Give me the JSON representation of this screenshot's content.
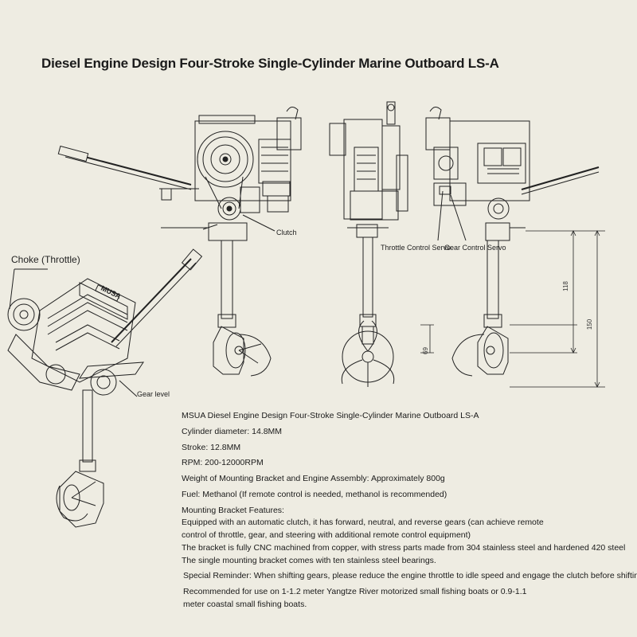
{
  "title": "Diesel Engine Design Four-Stroke  Single-Cylinder Marine Outboard LS-A",
  "labels": {
    "clutch": "Clutch",
    "choke": "Choke (Throttle)",
    "gear_level": "Gear level",
    "throttle_servo": "Throttle Control Servo",
    "gear_servo": "Gear Control Servo",
    "engine_badge": "MUSA"
  },
  "dimensions": {
    "d118": "118",
    "d150": "150",
    "d69": "69"
  },
  "specs": {
    "line1": "MSUA Diesel Engine Design Four-Stroke Single-Cylinder Marine Outboard LS-A",
    "line2": "Cylinder diameter: 14.8MM",
    "line3": "Stroke: 12.8MM",
    "line4": "RPM: 200-12000RPM",
    "line5": "Weight of Mounting Bracket and Engine Assembly: Approximately 800g",
    "line6": "Fuel: Methanol (If remote control is needed, methanol is recommended)",
    "line7": "Mounting Bracket Features:",
    "line8": "Equipped with an automatic clutch, it has forward, neutral, and reverse gears (can achieve remote",
    "line9": "control of throttle, gear, and steering with additional remote control equipment)",
    "line10": "The bracket is fully CNC machined from copper, with stress parts made from 304 stainless steel and hardened 420 steel",
    "line11": "The single mounting bracket comes with ten stainless steel bearings.",
    "line12": "Special Reminder: When shifting gears, please reduce the engine throttle to idle speed and engage the clutch before shifting.",
    "line13": "Recommended for use on 1-1.2 meter Yangtze River motorized small fishing boats or 0.9-1.1",
    "line14": "meter coastal small fishing boats."
  }
}
